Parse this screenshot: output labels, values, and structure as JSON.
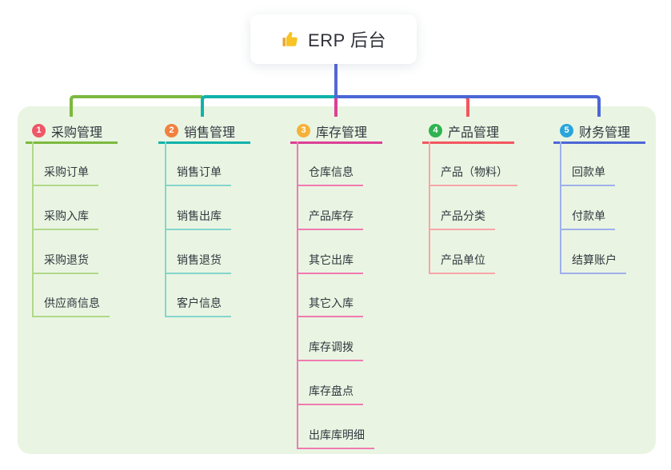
{
  "root": {
    "icon": "thumbs-up-icon",
    "title": "ERP 后台"
  },
  "branches": [
    {
      "index": "1",
      "label": "采购管理",
      "badge_color": "#ee5767",
      "line_color": "#7cb93f",
      "child_line_color": "#b0d88a",
      "children": [
        "采购订单",
        "采购入库",
        "采购退货",
        "供应商信息"
      ]
    },
    {
      "index": "2",
      "label": "销售管理",
      "badge_color": "#f1813f",
      "line_color": "#10b2ab",
      "child_line_color": "#85d5cd",
      "children": [
        "销售订单",
        "销售出库",
        "销售退货",
        "客户信息"
      ]
    },
    {
      "index": "3",
      "label": "库存管理",
      "badge_color": "#f5b238",
      "line_color": "#dc4095",
      "child_line_color": "#f07ab1",
      "children": [
        "仓库信息",
        "产品库存",
        "其它出库",
        "其它入库",
        "库存调拨",
        "库存盘点",
        "出库库明细"
      ]
    },
    {
      "index": "4",
      "label": "产品管理",
      "badge_color": "#2fb351",
      "line_color": "#f2575f",
      "child_line_color": "#f8a5a9",
      "children": [
        "产品（物料）",
        "产品分类",
        "产品单位"
      ]
    },
    {
      "index": "5",
      "label": "财务管理",
      "badge_color": "#2aa5dc",
      "line_color": "#4c66d6",
      "child_line_color": "#9fb0ea",
      "children": [
        "回款单",
        "付款单",
        "结算账户"
      ]
    }
  ],
  "colors": {
    "canvas_bg": "#ffffff",
    "panel_bg": "#e9f5e2",
    "root_connector": "#5568d4",
    "text": "#333640"
  }
}
